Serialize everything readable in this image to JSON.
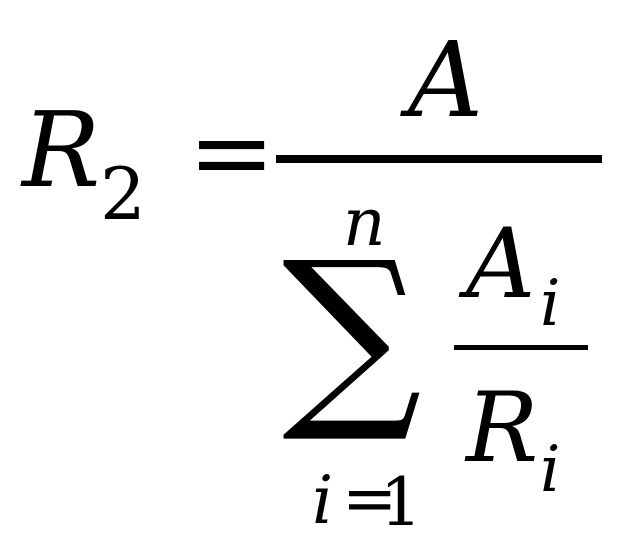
{
  "formula": {
    "lhs": {
      "symbol": "R",
      "subscript": "2"
    },
    "equals": "=",
    "numerator": "A",
    "sum": {
      "operator": "∑",
      "upper_limit": "n",
      "lower_index": "i",
      "lower_equals": "=",
      "lower_start": "1"
    },
    "inner_fraction": {
      "numerator_symbol": "A",
      "numerator_subscript": "i",
      "denominator_symbol": "R",
      "denominator_subscript": "i"
    }
  }
}
